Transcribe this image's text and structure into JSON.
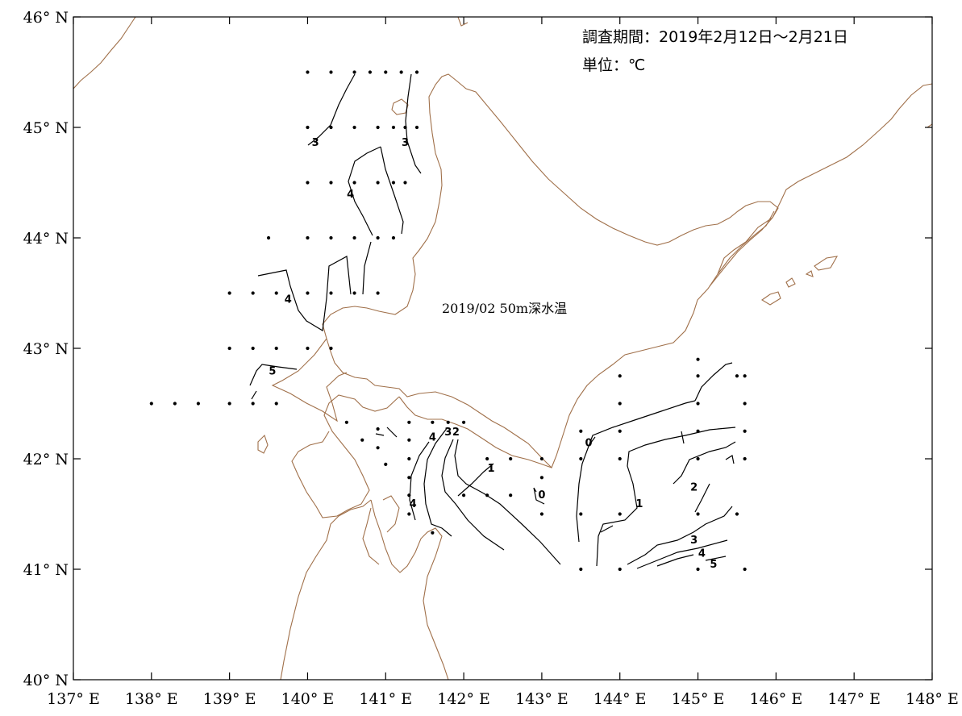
{
  "map": {
    "period_text": "調査期間：2019年2月12日～2月21日",
    "unit_text": "単位：℃",
    "center_label": "2019/02 50m深水温",
    "colors": {
      "coast": "#a0704a",
      "contour": "#000000",
      "frame": "#000000"
    },
    "lon_range": [
      137,
      148
    ],
    "lat_range": [
      40,
      46
    ],
    "x_ticks": [
      {
        "value": 137,
        "label": "137° E"
      },
      {
        "value": 138,
        "label": "138° E"
      },
      {
        "value": 139,
        "label": "139° E"
      },
      {
        "value": 140,
        "label": "140° E"
      },
      {
        "value": 141,
        "label": "141° E"
      },
      {
        "value": 142,
        "label": "142° E"
      },
      {
        "value": 143,
        "label": "143° E"
      },
      {
        "value": 144,
        "label": "144° E"
      },
      {
        "value": 145,
        "label": "145° E"
      },
      {
        "value": 146,
        "label": "146° E"
      },
      {
        "value": 147,
        "label": "147° E"
      },
      {
        "value": 148,
        "label": "148° E"
      }
    ],
    "y_ticks": [
      {
        "value": 40,
        "label": "40° N"
      },
      {
        "value": 41,
        "label": "41° N"
      },
      {
        "value": 42,
        "label": "42° N"
      },
      {
        "value": 43,
        "label": "43° N"
      },
      {
        "value": 44,
        "label": "44° N"
      },
      {
        "value": 45,
        "label": "45° N"
      },
      {
        "value": 46,
        "label": "46° N"
      }
    ],
    "stations": [
      [
        140,
        45.5
      ],
      [
        140.3,
        45.5
      ],
      [
        140.6,
        45.5
      ],
      [
        140.8,
        45.5
      ],
      [
        141,
        45.5
      ],
      [
        141.2,
        45.5
      ],
      [
        141.4,
        45.5
      ],
      [
        140,
        45
      ],
      [
        140.3,
        45
      ],
      [
        140.6,
        45
      ],
      [
        140.9,
        45
      ],
      [
        141.1,
        45
      ],
      [
        141.25,
        45
      ],
      [
        141.4,
        45
      ],
      [
        140,
        44.5
      ],
      [
        140.3,
        44.5
      ],
      [
        140.6,
        44.5
      ],
      [
        140.9,
        44.5
      ],
      [
        141.1,
        44.5
      ],
      [
        141.25,
        44.5
      ],
      [
        139.5,
        44
      ],
      [
        140,
        44
      ],
      [
        140.3,
        44
      ],
      [
        140.6,
        44
      ],
      [
        140.9,
        44
      ],
      [
        141.1,
        44
      ],
      [
        139,
        43.5
      ],
      [
        139.3,
        43.5
      ],
      [
        139.6,
        43.5
      ],
      [
        140,
        43.5
      ],
      [
        140.3,
        43.5
      ],
      [
        140.6,
        43.5
      ],
      [
        140.9,
        43.5
      ],
      [
        139,
        43
      ],
      [
        139.3,
        43
      ],
      [
        139.6,
        43
      ],
      [
        140,
        43
      ],
      [
        140.3,
        43
      ],
      [
        138,
        42.5
      ],
      [
        138.3,
        42.5
      ],
      [
        138.6,
        42.5
      ],
      [
        139,
        42.5
      ],
      [
        139.3,
        42.5
      ],
      [
        139.6,
        42.5
      ],
      [
        140.5,
        42.33
      ],
      [
        140.7,
        42.17
      ],
      [
        140.9,
        42.27
      ],
      [
        140.9,
        42.1
      ],
      [
        141,
        41.95
      ],
      [
        141.3,
        42.33
      ],
      [
        141.3,
        42.17
      ],
      [
        141.3,
        42
      ],
      [
        141.3,
        41.83
      ],
      [
        141.3,
        41.67
      ],
      [
        141.3,
        41.5
      ],
      [
        141.6,
        42.33
      ],
      [
        141.8,
        42.33
      ],
      [
        142,
        42.33
      ],
      [
        141.6,
        41.33
      ],
      [
        142.3,
        42
      ],
      [
        142.6,
        42
      ],
      [
        143,
        42
      ],
      [
        143,
        41.83
      ],
      [
        143,
        41.5
      ],
      [
        142.3,
        41.67
      ],
      [
        142.6,
        41.67
      ],
      [
        142,
        41.67
      ],
      [
        143.5,
        42.25
      ],
      [
        143.5,
        42
      ],
      [
        143.5,
        41.5
      ],
      [
        143.5,
        41
      ],
      [
        144,
        42.75
      ],
      [
        144,
        42.5
      ],
      [
        144,
        42.25
      ],
      [
        144,
        42
      ],
      [
        144,
        41.5
      ],
      [
        144,
        41
      ],
      [
        145,
        42.9
      ],
      [
        145,
        42.75
      ],
      [
        145,
        42.5
      ],
      [
        145,
        42.25
      ],
      [
        145,
        42
      ],
      [
        145,
        41.5
      ],
      [
        145,
        41
      ],
      [
        145.5,
        42.75
      ],
      [
        145.6,
        42.75
      ],
      [
        145.6,
        42.5
      ],
      [
        145.6,
        42.25
      ],
      [
        145.6,
        42
      ],
      [
        145.5,
        41.5
      ],
      [
        145.6,
        41
      ]
    ],
    "contour_labels": [
      {
        "lon": 140.1,
        "lat": 44.87,
        "text": "3"
      },
      {
        "lon": 141.25,
        "lat": 44.87,
        "text": "3"
      },
      {
        "lon": 140.55,
        "lat": 44.4,
        "text": "4"
      },
      {
        "lon": 139.75,
        "lat": 43.45,
        "text": "4"
      },
      {
        "lon": 139.55,
        "lat": 42.8,
        "text": "5"
      },
      {
        "lon": 141.6,
        "lat": 42.2,
        "text": "4"
      },
      {
        "lon": 141.8,
        "lat": 42.25,
        "text": "3"
      },
      {
        "lon": 141.9,
        "lat": 42.25,
        "text": "2"
      },
      {
        "lon": 142.35,
        "lat": 41.92,
        "text": "1"
      },
      {
        "lon": 143,
        "lat": 41.68,
        "text": "0"
      },
      {
        "lon": 141.35,
        "lat": 41.6,
        "text": "4"
      },
      {
        "lon": 143.6,
        "lat": 42.15,
        "text": "0"
      },
      {
        "lon": 144.25,
        "lat": 41.6,
        "text": "1"
      },
      {
        "lon": 144.95,
        "lat": 41.75,
        "text": "2"
      },
      {
        "lon": 144.95,
        "lat": 41.27,
        "text": "3"
      },
      {
        "lon": 145.05,
        "lat": 41.15,
        "text": "4"
      },
      {
        "lon": 145.2,
        "lat": 41.05,
        "text": "5"
      }
    ]
  }
}
